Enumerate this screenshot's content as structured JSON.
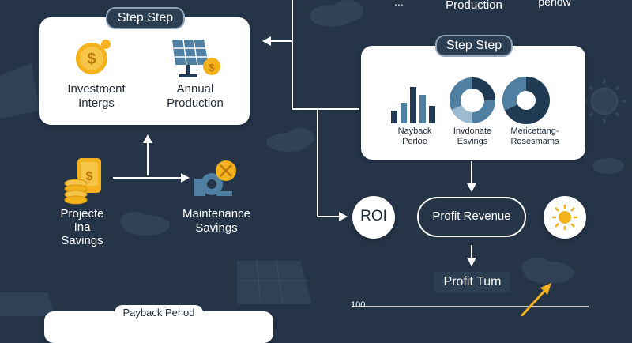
{
  "top": {
    "production_label": "Production",
    "cut_label_left": "...",
    "cut_label_right": "perlow"
  },
  "left_card": {
    "tag": "Step Step",
    "investment_label": "Investment\nIntergs",
    "annual_label": "Annual\nProduction"
  },
  "right_card": {
    "tag": "Step Step",
    "items": [
      {
        "label": "Nayback\nPerloe"
      },
      {
        "label": "Invdonate\nEsvings"
      },
      {
        "label": "Mericettang-\nRosesmams"
      }
    ]
  },
  "left_flow": {
    "projected_label": "Projecte\nIna\nSavings",
    "maintenance_label": "Maintenance\nSavings"
  },
  "right_flow": {
    "roi_label": "ROI",
    "revenue_label": "Profit Revenue",
    "profit_turn_label": "Profit Tum",
    "axis_tick": "100"
  },
  "bottom": {
    "payback_label": "Payback Period"
  },
  "colors": {
    "background": "#253447",
    "icon_dark": "#1f3a52",
    "icon_blue": "#4f7fa1",
    "icon_yellow": "#f4b21d",
    "arrow": "#ffffff"
  }
}
